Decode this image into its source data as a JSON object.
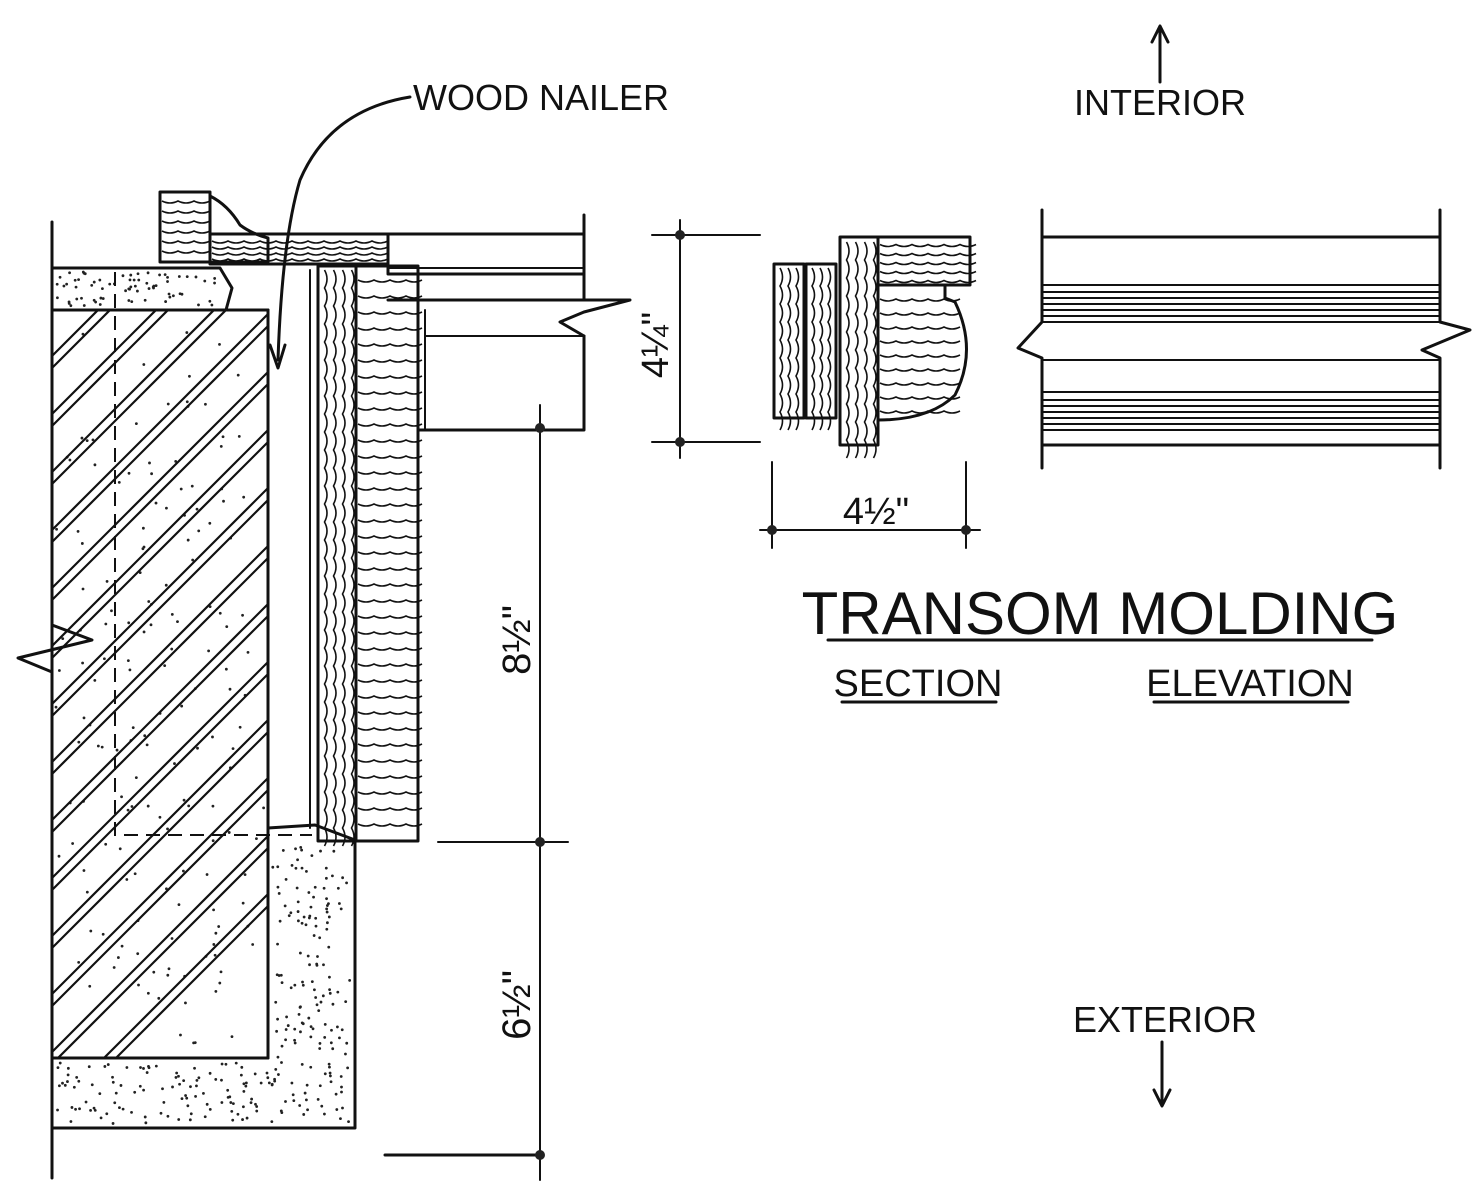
{
  "labels": {
    "wood_nailer": "WOOD NAILER",
    "interior": "INTERIOR",
    "exterior": "EXTERIOR",
    "title": "TRANSOM MOLDING",
    "section": "SECTION",
    "elevation": "ELEVATION"
  },
  "dimensions": {
    "molding_height": "4¼\"",
    "molding_width": "4½\"",
    "upper_height": "8½\"",
    "lower_height": "6½\""
  },
  "colors": {
    "ink": "#111111",
    "paper": "#ffffff"
  }
}
